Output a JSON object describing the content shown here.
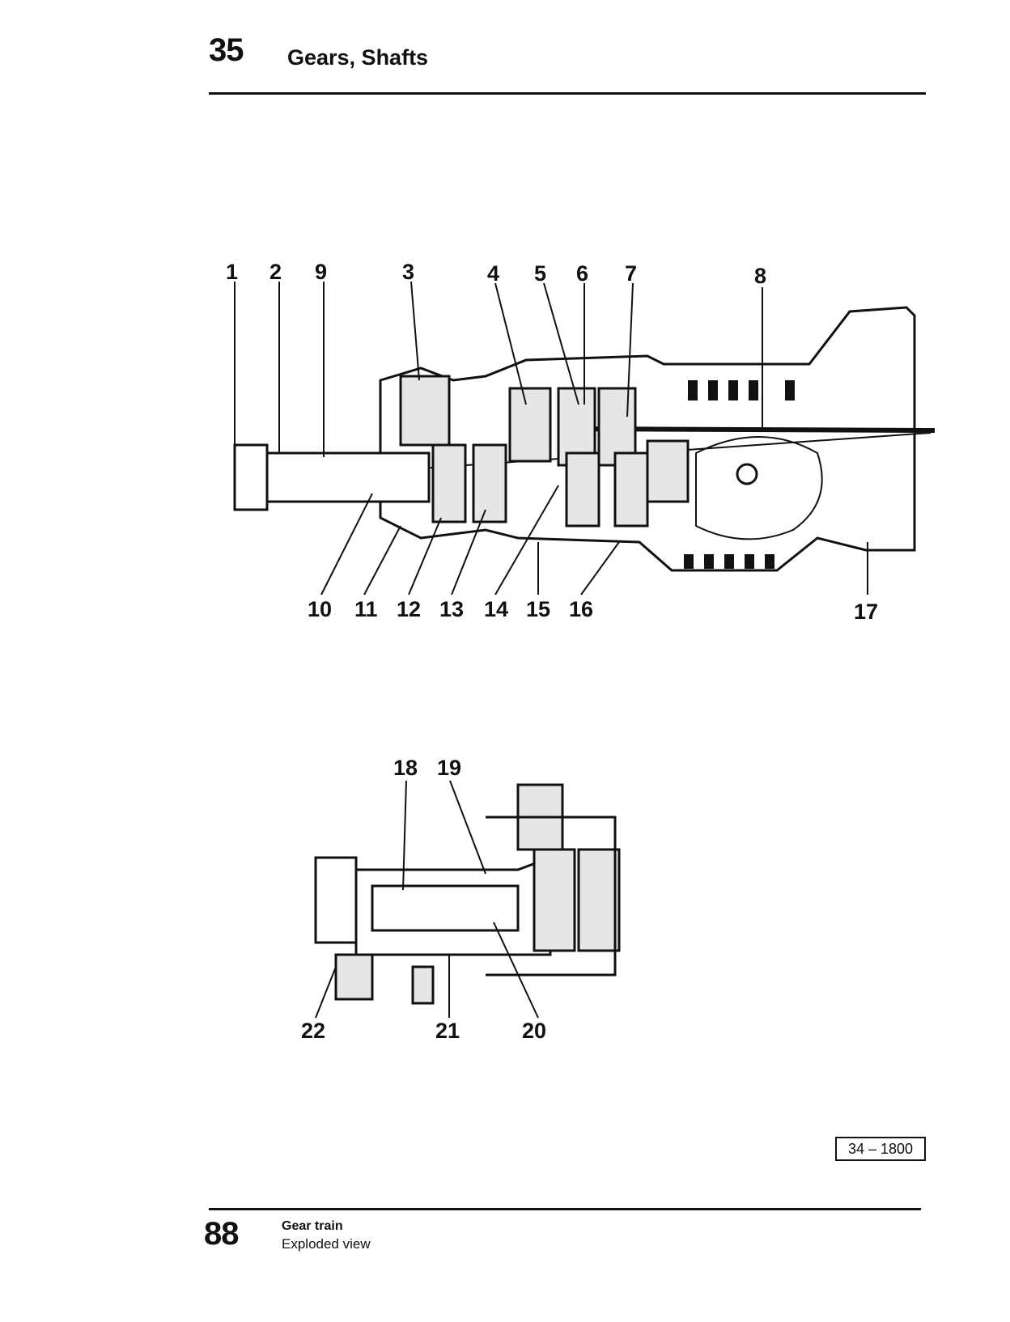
{
  "header": {
    "section_number": "35",
    "section_title": "Gears, Shafts"
  },
  "figure_top": {
    "callouts_top": [
      "1",
      "2",
      "9",
      "3",
      "4",
      "5",
      "6",
      "7",
      "8"
    ],
    "callouts_bottom": [
      "10",
      "11",
      "12",
      "13",
      "14",
      "15",
      "16",
      "17"
    ]
  },
  "figure_bottom": {
    "callouts": [
      "18",
      "19",
      "22",
      "21",
      "20"
    ]
  },
  "figure_reference": "34 – 1800",
  "footer": {
    "page_number": "88",
    "title": "Gear train",
    "subtitle": "Exploded view"
  }
}
